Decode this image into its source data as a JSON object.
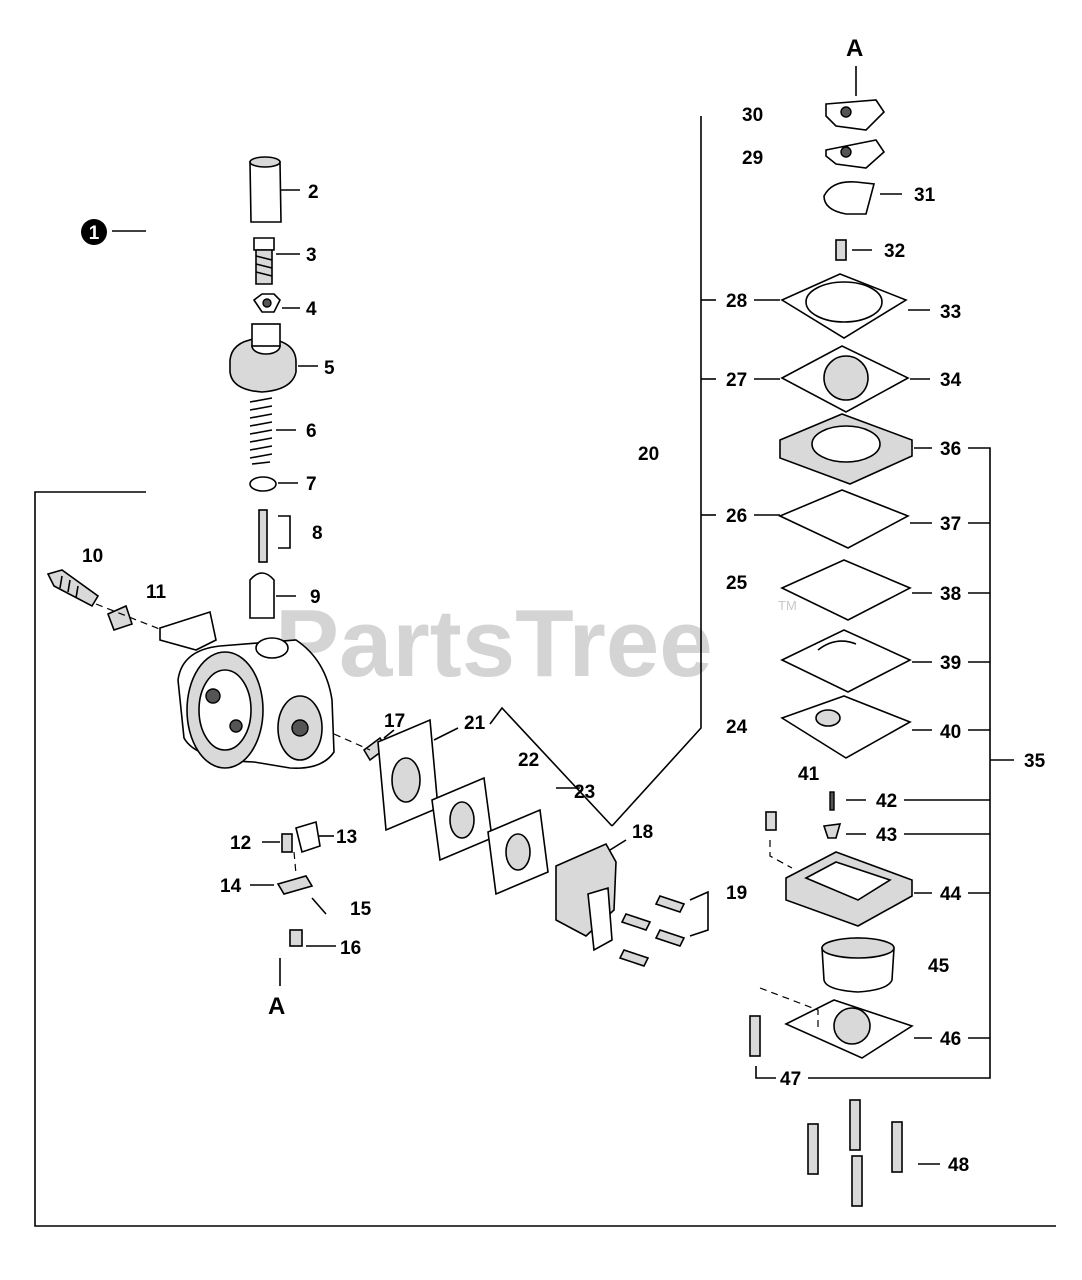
{
  "watermark": "PartsTree",
  "trademark": "TM",
  "section_marker": "A",
  "assembly_number": "1",
  "callouts": {
    "c2": "2",
    "c3": "3",
    "c4": "4",
    "c5": "5",
    "c6": "6",
    "c7": "7",
    "c8": "8",
    "c9": "9",
    "c10": "10",
    "c11": "11",
    "c12": "12",
    "c13": "13",
    "c14": "14",
    "c15": "15",
    "c16": "16",
    "c17": "17",
    "c18": "18",
    "c19": "19",
    "c20": "20",
    "c21": "21",
    "c22": "22",
    "c23": "23",
    "c24": "24",
    "c25": "25",
    "c26": "26",
    "c27": "27",
    "c28": "28",
    "c29": "29",
    "c30": "30",
    "c31": "31",
    "c32": "32",
    "c33": "33",
    "c34": "34",
    "c35": "35",
    "c36": "36",
    "c37": "37",
    "c38": "38",
    "c39": "39",
    "c40": "40",
    "c41": "41",
    "c42": "42",
    "c43": "43",
    "c44": "44",
    "c45": "45",
    "c46": "46",
    "c47": "47",
    "c48": "48"
  }
}
